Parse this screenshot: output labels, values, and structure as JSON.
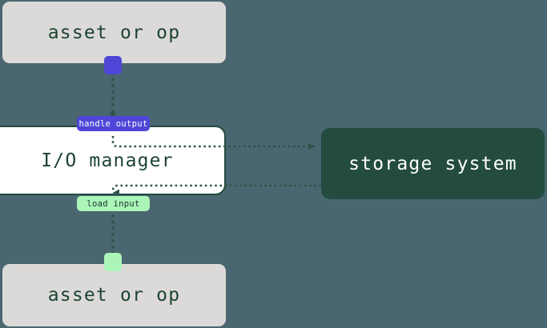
{
  "diagram": {
    "title": "io-manager-flow",
    "background_color": "#4a6670",
    "nodes": {
      "upstream_asset": {
        "label": "asset or op",
        "fill": "#dcdad8",
        "text_color": "#1d4335"
      },
      "io_manager": {
        "label": "I/O manager",
        "fill": "#ffffff",
        "border_color": "#234b40",
        "text_color": "#1d4335"
      },
      "storage_system": {
        "label": "storage system",
        "fill": "#234b40",
        "text_color": "#ffffff"
      },
      "downstream_asset": {
        "label": "asset or op",
        "fill": "#dcdad8",
        "text_color": "#1d4335"
      }
    },
    "edges": {
      "handle_output": {
        "label": "handle output",
        "badge_fill": "#4f46d8",
        "badge_text_color": "#ffffff",
        "from": "asset or op",
        "to": "I/O manager"
      },
      "load_input": {
        "label": "load input",
        "badge_fill": "#abf5b8",
        "badge_text_color": "#17342a",
        "from": "I/O manager",
        "to": "asset or op"
      },
      "write_to_storage": {
        "from": "I/O manager",
        "to": "storage system",
        "arrow": "right"
      },
      "read_from_storage": {
        "from": "storage system",
        "to": "I/O manager",
        "arrow": "down"
      }
    },
    "ports": {
      "output_port": {
        "name": "output-port",
        "fill": "#4f46d8"
      },
      "input_port": {
        "name": "input-port",
        "fill": "#abf5b8"
      }
    },
    "line_color": "#2d5448"
  }
}
